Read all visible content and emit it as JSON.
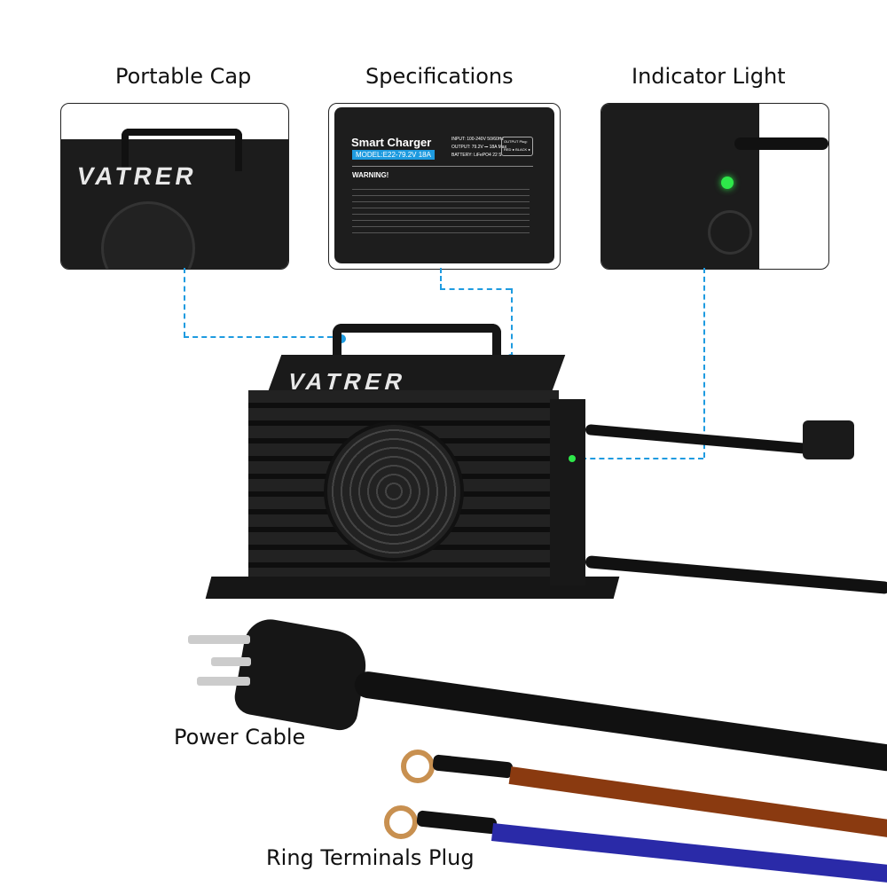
{
  "labels": {
    "portable_cap": "Portable Cap",
    "specifications": "Specifications",
    "indicator_light": "Indicator Light",
    "power_cable": "Power Cable",
    "ring_terminals": "Ring Terminals Plug"
  },
  "brand": "VATRER",
  "spec_label": {
    "title": "Smart Charger",
    "model": "MODEL:E22-79.2V 18A",
    "input": "INPUT: 100-240V 50/60Hz",
    "output": "OUTPUT: 79.2V ⎓ 18A Max",
    "battery": "BATTERY: LiFePO4 22 S",
    "output_plug": "OUTPUT Plug:",
    "plug_colors": "RED ● BLACK ●",
    "warning": "WARNING!"
  },
  "colors": {
    "accent": "#1e9be0",
    "led": "#2ee84a",
    "brown_cable": "#8a3a10",
    "blue_cable": "#2a2aa8"
  }
}
